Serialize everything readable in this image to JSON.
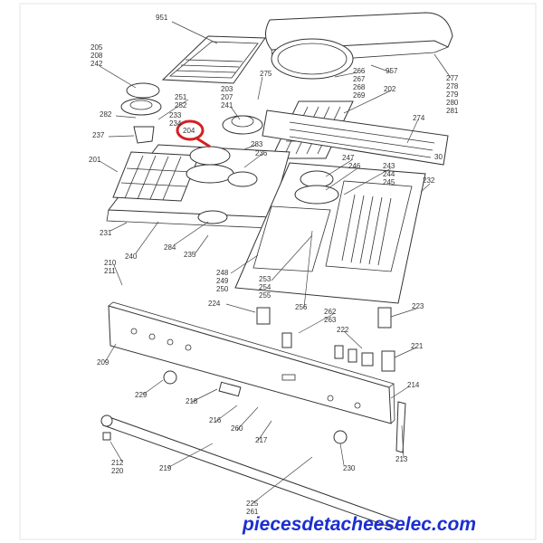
{
  "diagram": {
    "highlight_color": "#d42020",
    "highlighted_part": "204",
    "watermark": "piecesdetacheeselec.com",
    "labels": {
      "l951": "951",
      "l205": "205",
      "l208": "208",
      "l242": "242",
      "l275": "275",
      "l266": "266",
      "l267": "267",
      "l268": "268",
      "l269": "269",
      "l957": "957",
      "l277": "277",
      "l278": "278",
      "l279": "279",
      "l280": "280",
      "l281": "281",
      "l251": "251",
      "l252": "252",
      "l203": "203",
      "l207": "207",
      "l241": "241",
      "l202": "202",
      "l282": "282",
      "l233": "233",
      "l234": "234",
      "l204": "204",
      "l274": "274",
      "l237": "237",
      "l283": "283",
      "l236": "236",
      "l201": "201",
      "l247": "247",
      "l246": "246",
      "l243": "243",
      "l244": "244",
      "l245": "245",
      "l232": "232",
      "l231": "231",
      "l240": "240",
      "l284": "284",
      "l235": "235",
      "l210": "210",
      "l211": "211",
      "l248": "248",
      "l249": "249",
      "l250": "250",
      "l253": "253",
      "l254": "254",
      "l255": "255",
      "l256": "256",
      "l224": "224",
      "l262": "262",
      "l263": "263",
      "l223": "223",
      "l222": "222",
      "l221": "221",
      "l209": "209",
      "l229": "229",
      "l218": "218",
      "l214": "214",
      "l216": "216",
      "l260": "260",
      "l217": "217",
      "l213": "213",
      "l212": "212",
      "l220": "220",
      "l219": "219",
      "l230": "230",
      "l225": "225",
      "l261": "261",
      "l30": "30"
    }
  }
}
